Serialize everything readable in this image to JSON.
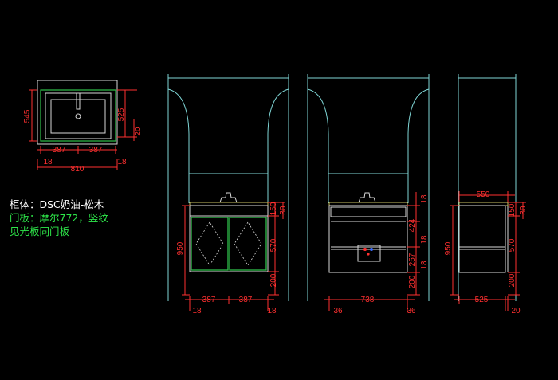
{
  "colors": {
    "background": "#000000",
    "outline": "#7fd6d6",
    "dimension": "#ff3030",
    "cabinet": "#d8d8d8",
    "door": "#2ec04a",
    "note_white": "#ffffff",
    "note_green": "#2ee84a",
    "basin_top": "#c8c060"
  },
  "notes": {
    "line1": "柜体：DSC奶油-松木",
    "line2": "门板：摩尔772，竖纹",
    "line3": "见光板同门板"
  },
  "plan": {
    "d1": "545",
    "d2": "525",
    "d3": "20",
    "w_left": "387",
    "w_right": "387",
    "side_left": "18",
    "total": "810",
    "side_right": "18"
  },
  "front_view": {
    "h_top_a": "150",
    "h_top_b": "30",
    "h_total": "950",
    "h_body": "570",
    "h_base": "200",
    "w_left": "387",
    "w_right": "387",
    "side_left": "18",
    "side_right": "18"
  },
  "inner_view": {
    "h_top": "18",
    "h_drawer": "424",
    "h_mid": "18",
    "h_lower": "257",
    "h_low": "18",
    "h_base": "200",
    "w_total": "738",
    "side_left": "36",
    "side_right": "36"
  },
  "side_view": {
    "w_depth": "550",
    "h_top_a": "150",
    "h_top_b": "30",
    "h_total": "950",
    "h_body": "570",
    "h_base": "200",
    "w_body": "525",
    "w_back": "20"
  }
}
